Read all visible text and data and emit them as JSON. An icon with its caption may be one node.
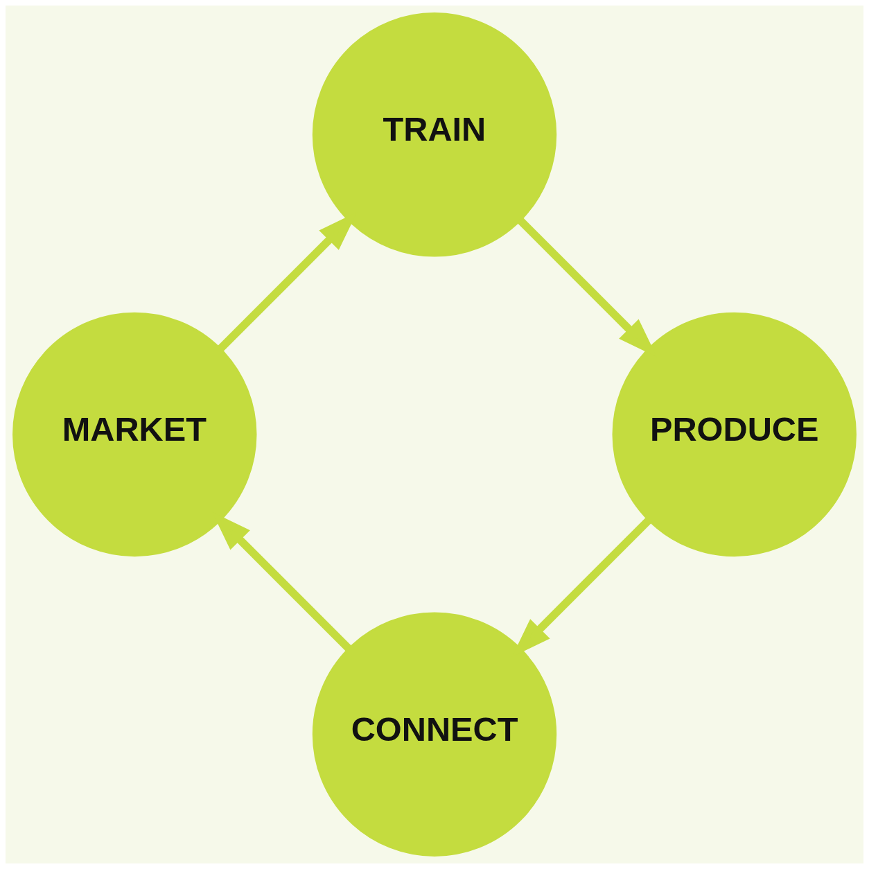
{
  "diagram": {
    "nodes": [
      {
        "text": [
          "TRAIN"
        ]
      },
      {
        "text": [
          "MARKET"
        ]
      },
      {
        "text": [
          "PRODUCE"
        ]
      },
      {
        "text": [
          "CONNECT"
        ]
      }
    ],
    "edges": [
      {
        "from": 0,
        "to": 2,
        "arrow": "to"
      },
      {
        "from": 2,
        "to": 3,
        "arrow": "to"
      },
      {
        "from": 3,
        "to": 1,
        "arrow": "to"
      },
      {
        "from": 1,
        "to": 0,
        "arrow": "to"
      }
    ]
  }
}
